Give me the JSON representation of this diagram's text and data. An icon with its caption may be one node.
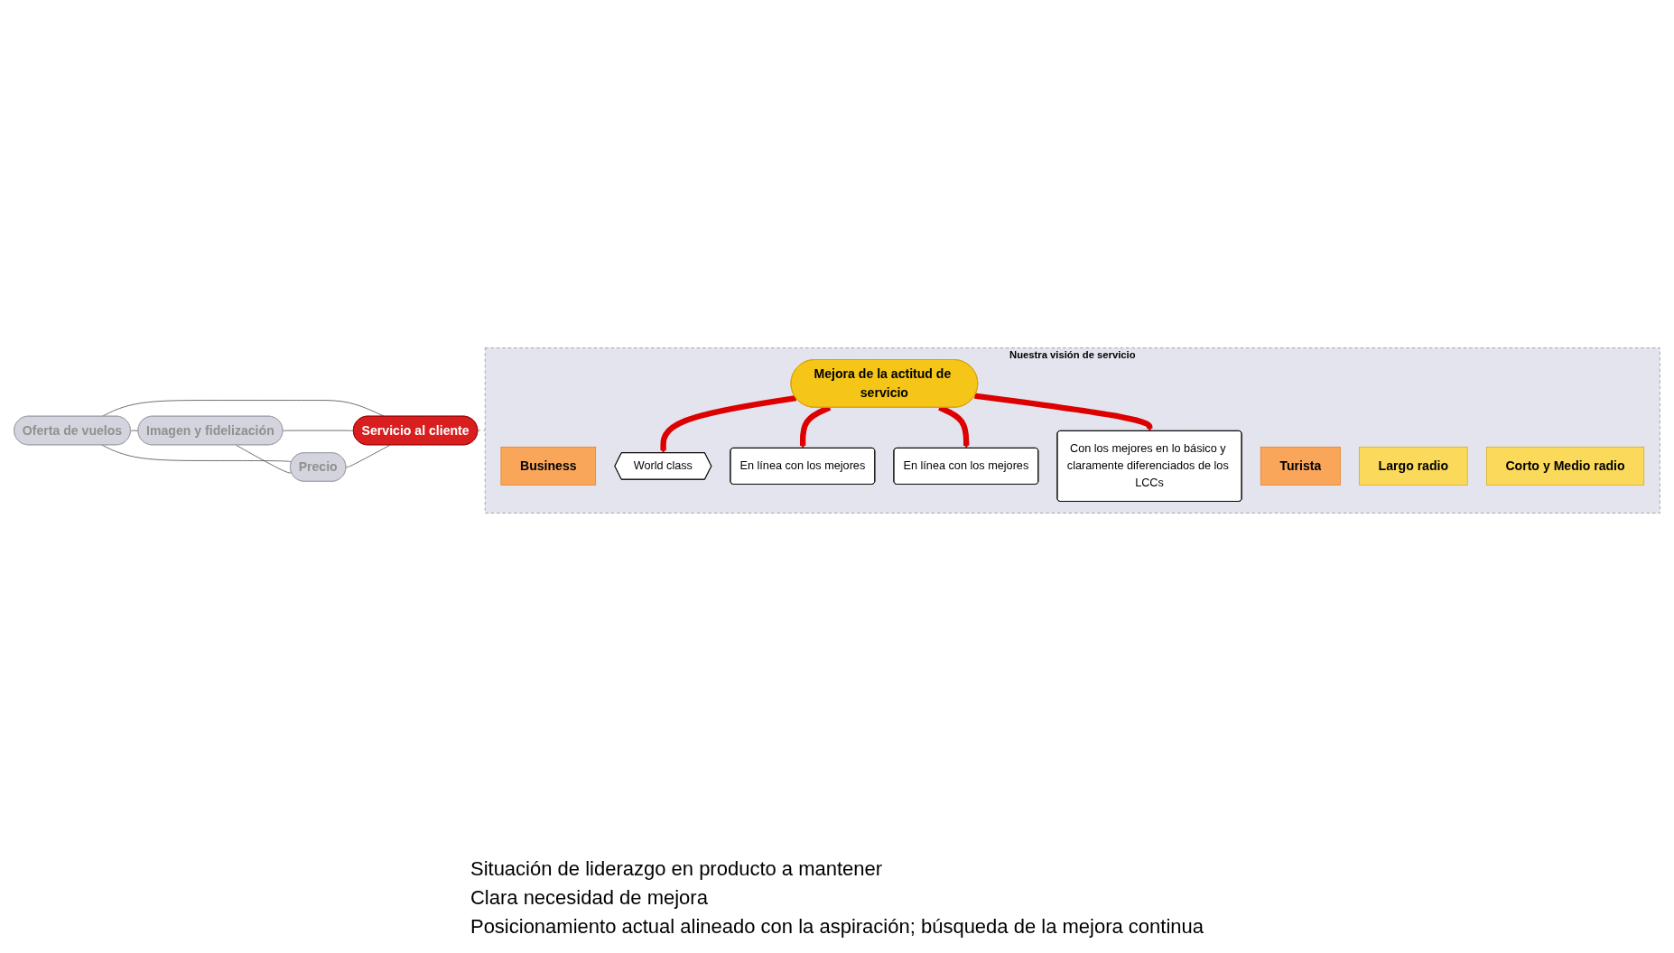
{
  "diagram": {
    "nodes": [
      {
        "text": [
          "Oferta de vuelos"
        ]
      },
      {
        "text": [
          "Imagen y fidelización"
        ]
      },
      {
        "text": [
          "Precio"
        ]
      },
      {
        "text": [
          "Servicio al cliente"
        ]
      },
      {
        "text": [
          "Nuestra visión de servicio"
        ]
      },
      {
        "text": [
          "Business"
        ],
        "in": 4
      },
      {
        "text": [
          "Turista"
        ],
        "in": 4
      },
      {
        "text": [
          "Largo radio"
        ],
        "in": 4
      },
      {
        "text": [
          "Corto y Medio radio"
        ],
        "in": 4
      },
      {
        "text": [
          "World class"
        ],
        "in": 4
      },
      {
        "text": [
          "En línea con los mejores"
        ],
        "in": 4
      },
      {
        "text": [
          "Mejora de la actitud de servicio"
        ],
        "in": 4
      },
      {
        "text": [
          "En línea con los mejores"
        ],
        "in": 4
      },
      {
        "text": [
          "Con los mejores en lo básico y claramente diferenciados de los LCCs"
        ],
        "in": 4
      }
    ],
    "edges": [
      {
        "from": 0,
        "to": 1,
        "arrow": "none"
      },
      {
        "from": 0,
        "to": 2,
        "arrow": "none"
      },
      {
        "from": 0,
        "to": 3,
        "arrow": "none"
      },
      {
        "from": 1,
        "to": 2,
        "arrow": "none"
      },
      {
        "from": 1,
        "to": 3,
        "arrow": "none"
      },
      {
        "from": 2,
        "to": 3,
        "arrow": "none"
      },
      {
        "from": 3,
        "to": 4,
        "arrow": "none",
        "style": "dashed",
        "color": "#666666"
      },
      {
        "from": 11,
        "to": 9,
        "arrow": "to",
        "style": "thick",
        "color": "#dd0000"
      },
      {
        "from": 11,
        "to": 10,
        "arrow": "to",
        "style": "thick",
        "color": "#dd0000"
      },
      {
        "from": 11,
        "to": 12,
        "arrow": "to",
        "style": "thick",
        "color": "#dd0000"
      },
      {
        "from": 11,
        "to": 13,
        "arrow": "to",
        "style": "thick",
        "color": "#dd0000"
      }
    ],
    "labels": [
      "Situación de liderazgo en producto a mantener",
      "Clara necesidad de mejora",
      "Posicionamiento actual alineado con la aspiración; búsqueda de la mejora continua"
    ]
  }
}
